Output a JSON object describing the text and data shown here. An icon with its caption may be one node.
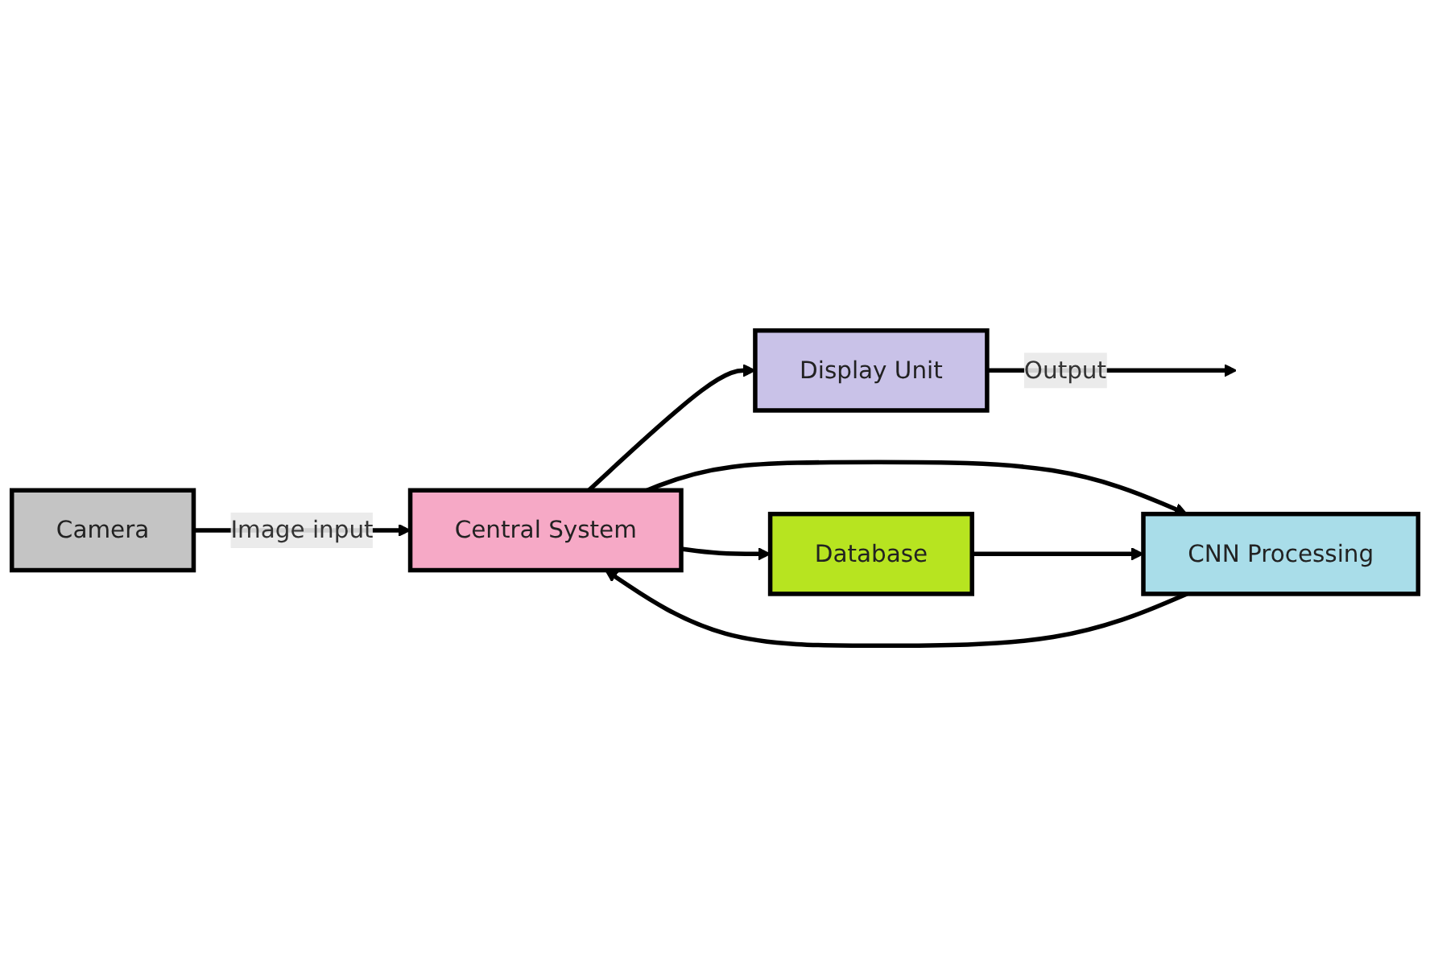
{
  "diagram": {
    "nodes": [
      {
        "text": [
          "Display Unit"
        ]
      },
      {
        "text": [
          "Camera"
        ]
      },
      {
        "text": [
          "Central System"
        ]
      },
      {
        "text": [
          "CNN Processing"
        ]
      },
      {
        "text": [
          "Database"
        ]
      }
    ],
    "edges": [
      {
        "from": 1,
        "to": 2,
        "arrow": "to",
        "label": "Image input"
      },
      {
        "from": 2,
        "to": 0,
        "arrow": "to"
      },
      {
        "from": 0,
        "to": null,
        "arrow": "to",
        "label": "Output"
      },
      {
        "from": 3,
        "to": 2,
        "arrow": "to"
      },
      {
        "from": 2,
        "to": 3,
        "arrow": "to"
      },
      {
        "from": 2,
        "to": 4,
        "arrow": "to"
      },
      {
        "from": 4,
        "to": 3,
        "arrow": "to"
      }
    ]
  }
}
